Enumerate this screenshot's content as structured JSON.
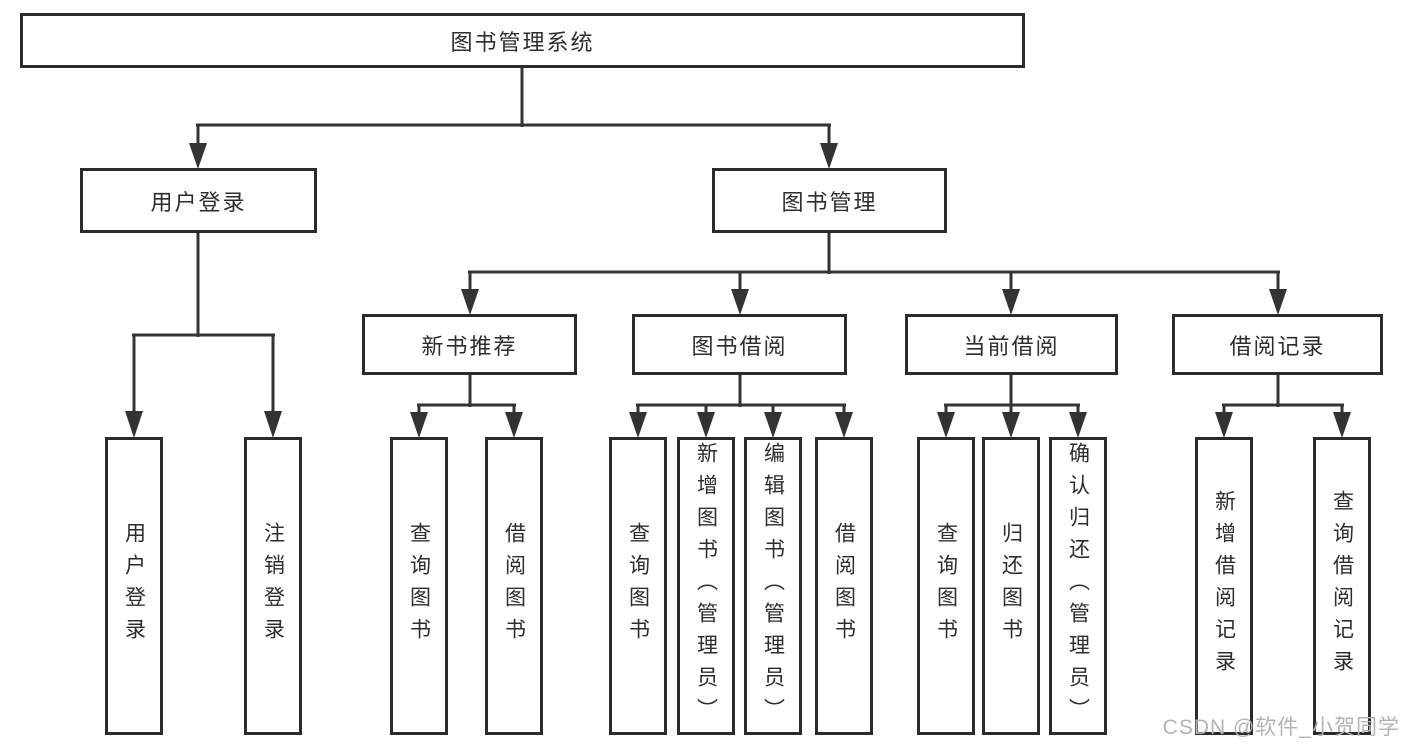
{
  "tree": {
    "root": {
      "label": "图书管理系统"
    },
    "branches": [
      {
        "label": "用户登录",
        "children": [
          {
            "label": "用户登录"
          },
          {
            "label": "注销登录"
          }
        ]
      },
      {
        "label": "图书管理",
        "children": [
          {
            "label": "新书推荐",
            "children": [
              {
                "label": "查询图书"
              },
              {
                "label": "借阅图书"
              }
            ]
          },
          {
            "label": "图书借阅",
            "children": [
              {
                "label": "查询图书"
              },
              {
                "label": "新增图书（管理员）"
              },
              {
                "label": "编辑图书（管理员）"
              },
              {
                "label": "借阅图书"
              }
            ]
          },
          {
            "label": "当前借阅",
            "children": [
              {
                "label": "查询图书"
              },
              {
                "label": "归还图书"
              },
              {
                "label": "确认归还（管理员）"
              }
            ]
          },
          {
            "label": "借阅记录",
            "children": [
              {
                "label": "新增借阅记录"
              },
              {
                "label": "查询借阅记录"
              }
            ]
          }
        ]
      }
    ]
  },
  "watermark": {
    "text": "CSDN @软件_小贺同学"
  },
  "colors": {
    "line": "#333333",
    "box_border": "#2b2b2b",
    "text": "#2d2d2d",
    "watermark": "#b3b3b3",
    "background": "#ffffff"
  }
}
